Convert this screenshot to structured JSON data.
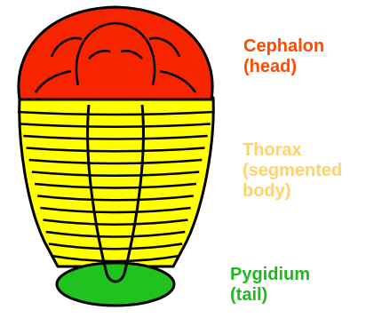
{
  "colors": {
    "cephalon": "#f72400",
    "thorax": "#ffff00",
    "pygidium": "#1fc21f",
    "outline": "#000000",
    "cephalon_text": "#ff4a00",
    "thorax_text": "#ffd36a",
    "pygidium_text": "#1fb91f"
  },
  "parts": [
    {
      "id": "cephalon",
      "lines": [
        "Cephalon",
        "(head)"
      ]
    },
    {
      "id": "thorax",
      "lines": [
        "Thorax",
        "(segmented",
        "body)"
      ]
    },
    {
      "id": "pygidium",
      "lines": [
        "Pygidium",
        "(tail)"
      ]
    }
  ]
}
